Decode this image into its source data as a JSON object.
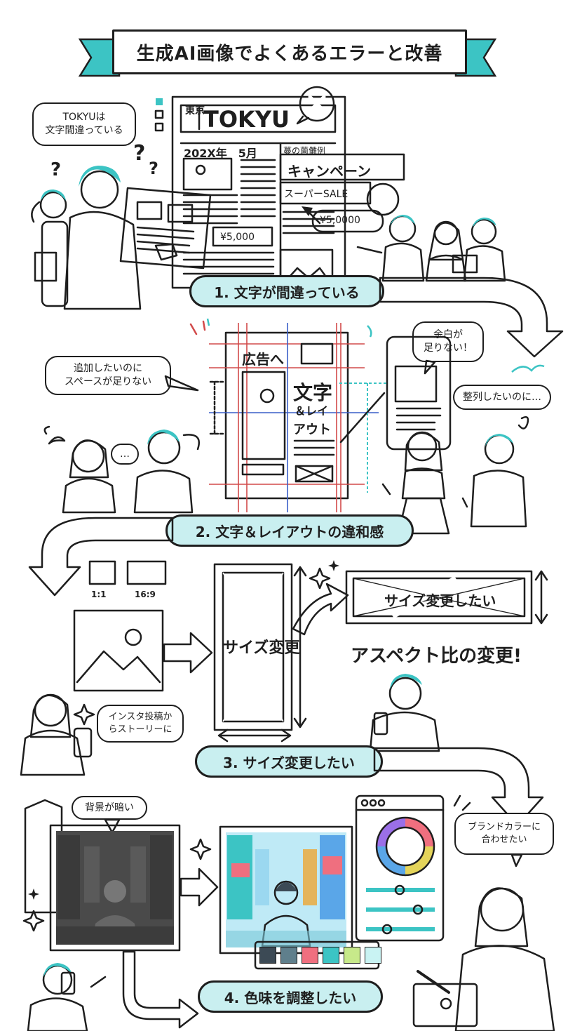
{
  "title": "生成AI画像でよくあるエラーと改善",
  "section1": {
    "step_label": "1. 文字が間違っている",
    "bubble_person": "TOKYUは\n文字間違っている",
    "newspaper": {
      "masthead_kanji": "東京",
      "masthead": "TOKYU",
      "date": "202X年　5月",
      "tag": "蔓の薗儺例",
      "campaign": "キャンペーン",
      "sale": "スーパーSALE",
      "price": "¥5,000",
      "wrong_price": "¥5,0000"
    }
  },
  "section2": {
    "step_label": "2. 文字＆レイアウトの違和感",
    "bubble_space": "追加したいのに\nスペースが足りない",
    "bubble_margin": "余白が\n足りない！",
    "bubble_align": "整列したいのに…",
    "bubble_dots": "…",
    "layout_heading": "広告へ",
    "layout_text_big": "文字",
    "layout_text_mid": "＆レイ",
    "layout_text_small": "アウト"
  },
  "section3": {
    "step_label": "3. サイズ変更したい",
    "ratio_square": "1:1",
    "ratio_wide": "16:9",
    "vertical_label": "サイズ変更",
    "wide_label": "サイズ変更したい",
    "aspect_caption": "アスペクト比の変更!",
    "bubble_story": "インスタ投稿か\nらストーリーに"
  },
  "section4": {
    "step_label": "4. 色味を調整したい",
    "bubble_dark": "背景が暗い",
    "bubble_brand": "ブランドカラーに\n合わせたい",
    "swatches": [
      "#3c4a55",
      "#5f7f8c",
      "#ef6f7f",
      "#3cc4c4",
      "#c7e98a",
      "#c9f3f3"
    ]
  },
  "colors": {
    "accent": "#3cc4c4",
    "accent_light": "#c9eff0",
    "ink": "#1e1e1e",
    "error_red": "#d24a4a"
  }
}
